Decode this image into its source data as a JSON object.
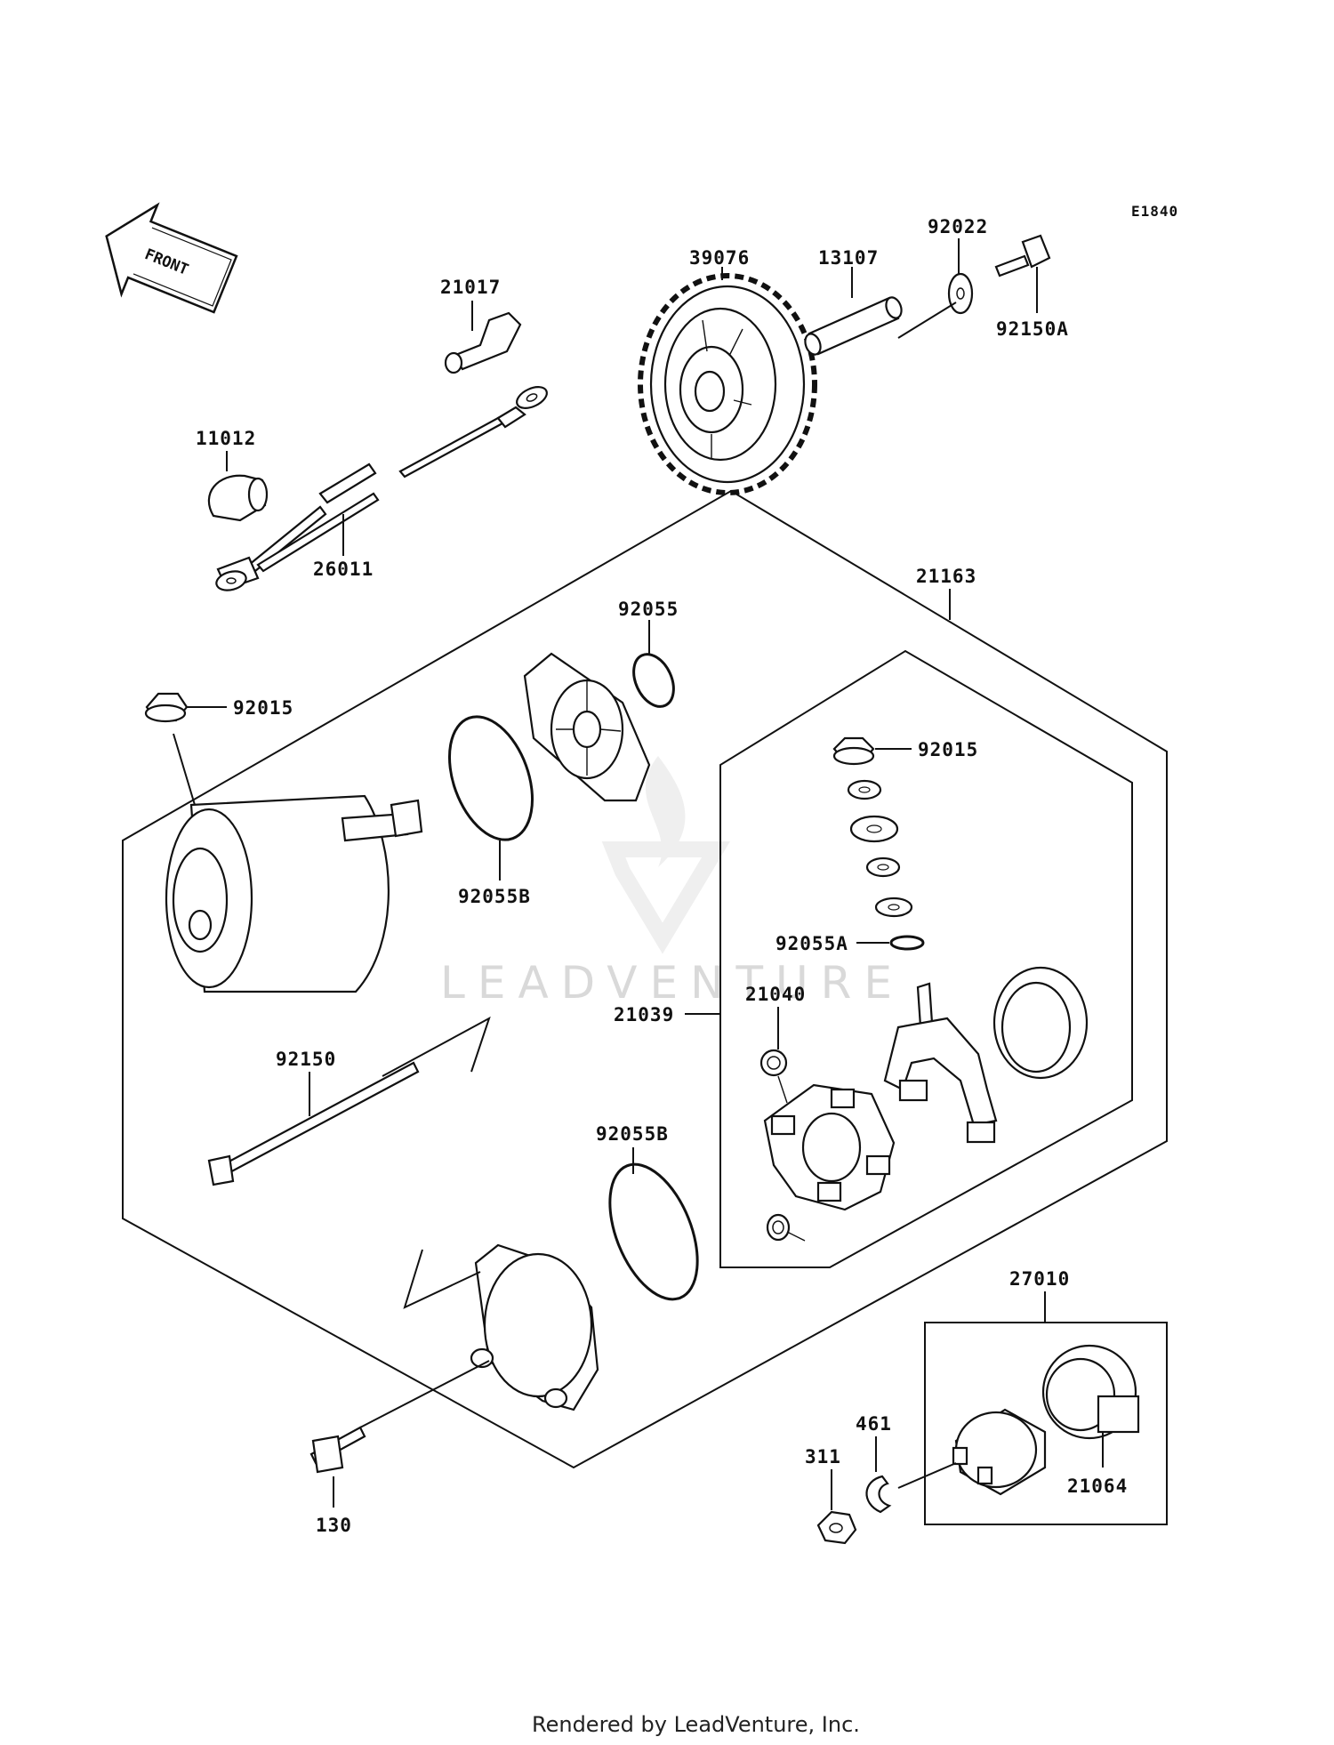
{
  "diagram": {
    "code": "E1840",
    "front_label": "FRONT",
    "watermark": "LEADVENTURE",
    "footer": "Rendered by LeadVenture, Inc.",
    "parts": [
      {
        "id": "p-21017",
        "label": "21017"
      },
      {
        "id": "p-11012",
        "label": "11012"
      },
      {
        "id": "p-26011",
        "label": "26011"
      },
      {
        "id": "p-39076",
        "label": "39076"
      },
      {
        "id": "p-13107",
        "label": "13107"
      },
      {
        "id": "p-92022",
        "label": "92022"
      },
      {
        "id": "p-92150A",
        "label": "92150A"
      },
      {
        "id": "p-21163",
        "label": "21163"
      },
      {
        "id": "p-92055",
        "label": "92055"
      },
      {
        "id": "p-92015-a",
        "label": "92015"
      },
      {
        "id": "p-92055B-a",
        "label": "92055B"
      },
      {
        "id": "p-92015-b",
        "label": "92015"
      },
      {
        "id": "p-92055A",
        "label": "92055A"
      },
      {
        "id": "p-21039",
        "label": "21039"
      },
      {
        "id": "p-21040",
        "label": "21040"
      },
      {
        "id": "p-92150",
        "label": "92150"
      },
      {
        "id": "p-92055B-b",
        "label": "92055B"
      },
      {
        "id": "p-27010",
        "label": "27010"
      },
      {
        "id": "p-461",
        "label": "461"
      },
      {
        "id": "p-311",
        "label": "311"
      },
      {
        "id": "p-21064",
        "label": "21064"
      },
      {
        "id": "p-130",
        "label": "130"
      }
    ]
  }
}
